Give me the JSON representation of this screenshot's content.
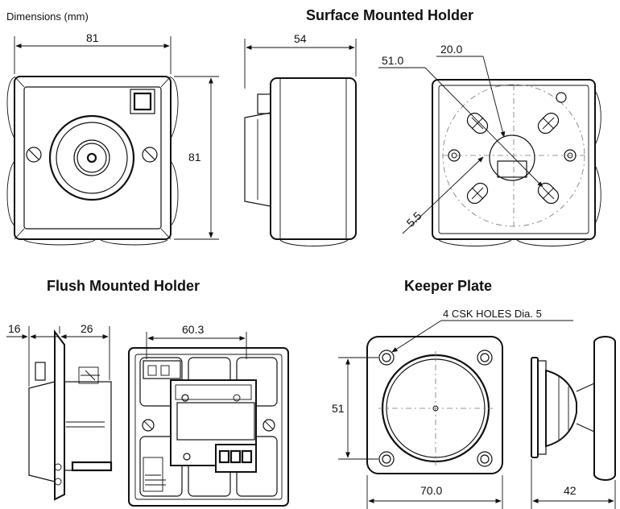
{
  "caption": "Dimensions (mm)",
  "sections": {
    "surface": "Surface Mounted Holder",
    "flush": "Flush Mounted Holder",
    "keeper": "Keeper Plate"
  },
  "dimensions": {
    "surface_width": "81",
    "surface_height": "81",
    "surface_depth": "54",
    "hole_spacing": "51.0",
    "center_hole": "20.0",
    "small_dim": "5.5",
    "flush_front": "16",
    "flush_depth": "26",
    "flush_width": "60.3",
    "keeper_holes": "51",
    "keeper_width": "70.0",
    "keeper_depth": "42"
  },
  "notes": {
    "csk": "4 CSK HOLES  Dia. 5"
  }
}
